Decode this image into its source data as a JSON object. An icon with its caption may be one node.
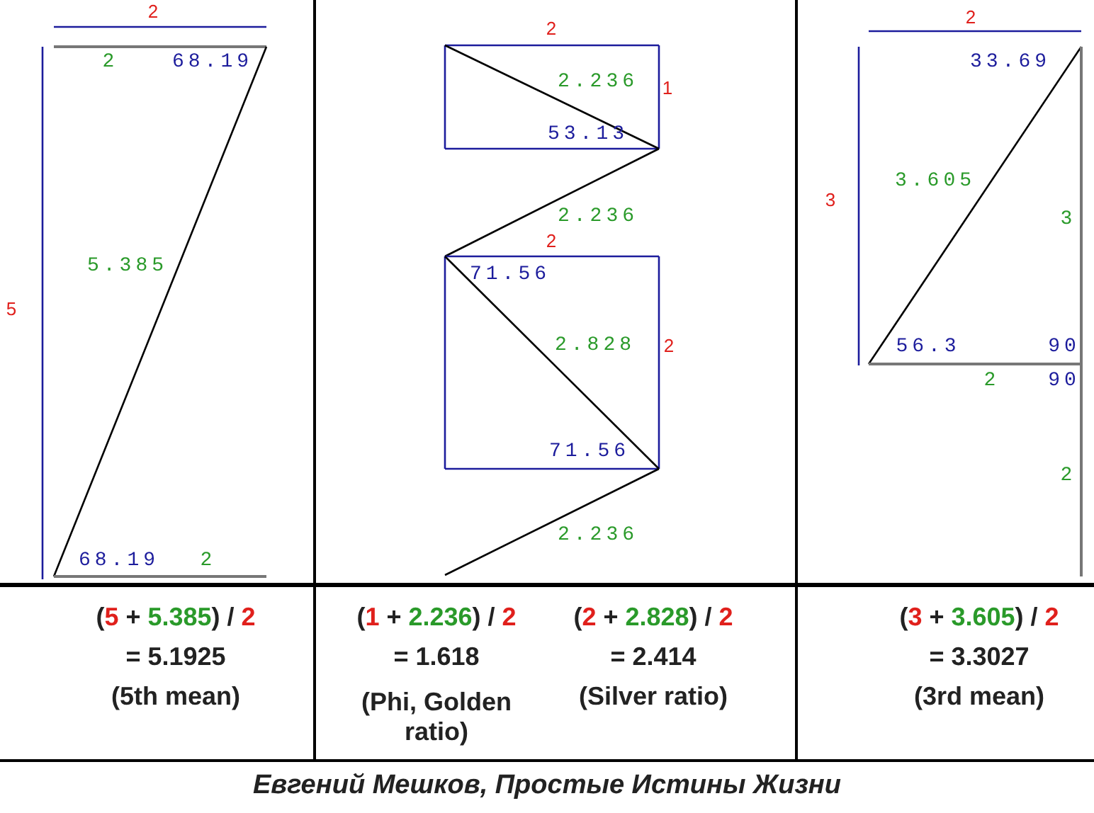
{
  "diagram": {
    "caption": "Евгений Мешков, Простые Истины Жизни",
    "labels": [
      "2",
      "2",
      "68.19",
      "5",
      "5.385",
      "68.19",
      "2",
      "2",
      "2.236",
      "1",
      "53.13",
      "2.236",
      "2",
      "71.56",
      "2.828",
      "2",
      "71.56",
      "2.236",
      "2",
      "33.69",
      "3",
      "3.605",
      "3",
      "56.3",
      "90",
      "2",
      "90",
      "2",
      "(5 + 5.385) / 2",
      "= 5.1925",
      "(5th mean)",
      "(1 + 2.236) / 2",
      "= 1.618",
      "(Phi, Golden ratio)",
      "(2 + 2.828) / 2",
      "= 2.414",
      "(Silver ratio)",
      "(3 + 3.605) / 2",
      "= 3.3027",
      "(3rd mean)"
    ]
  }
}
